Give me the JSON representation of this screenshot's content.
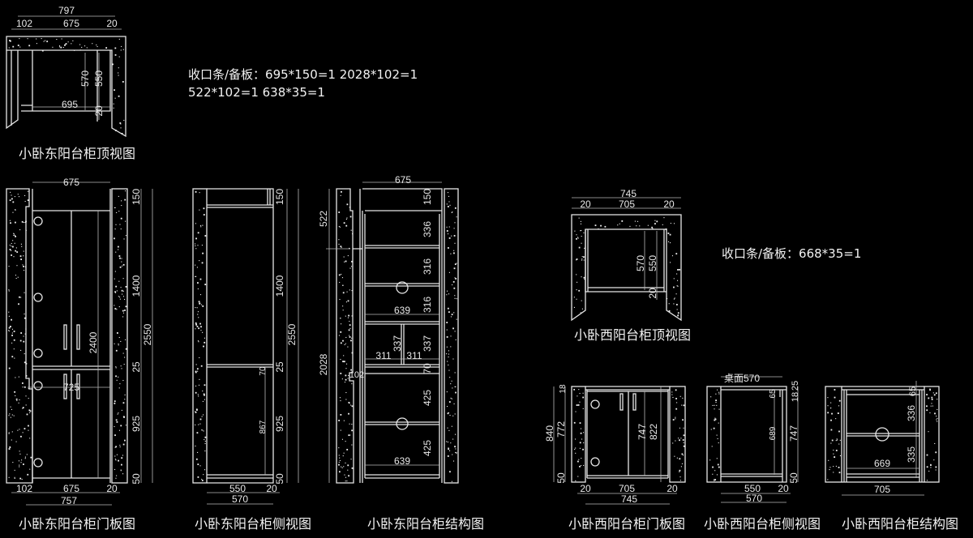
{
  "notes": {
    "east_line1": "收口条/备板：695*150=1 2028*102=1",
    "east_line2": "522*102=1 638*35=1",
    "west_line1": "收口条/备板：668*35=1"
  },
  "captions": {
    "east_top": "小卧东阳台柜顶视图",
    "east_door": "小卧东阳台柜门板图",
    "east_side": "小卧东阳台柜侧视图",
    "east_struct": "小卧东阳台柜结构图",
    "west_top": "小卧西阳台柜顶视图",
    "west_door": "小卧西阳台柜门板图",
    "west_side": "小卧西阳台柜侧视图",
    "west_struct": "小卧西阳台柜结构图"
  },
  "east_top": {
    "overall": "797",
    "left": "102",
    "mid": "675",
    "right": "20",
    "depth_outer": "570",
    "depth_inner": "550",
    "inner_width": "695",
    "gap": "20"
  },
  "east_door": {
    "width": "675",
    "top": "150",
    "upper": "1400",
    "total": "2550",
    "door_height": "2400",
    "gap": "25",
    "handle_span": "725",
    "lower": "925",
    "plinth": "50",
    "b_left": "102",
    "b_mid": "675",
    "b_right": "20",
    "b_total": "757"
  },
  "east_side": {
    "top": "150",
    "upper": "1400",
    "total": "2550",
    "gap": "25",
    "small": "70",
    "inner": "867",
    "lower": "925",
    "plinth": "50",
    "depth": "550",
    "back": "20",
    "total_depth": "570"
  },
  "east_struct": {
    "width": "675",
    "left_upper": "522",
    "left_total": "2028",
    "left_panel": "102",
    "s1": "150",
    "s2": "336",
    "s3": "316",
    "s4": "316",
    "w1": "639",
    "s5a": "337",
    "s5b": "337",
    "w2a": "311",
    "w2b": "311",
    "s6": "70",
    "s7": "425",
    "s8": "425",
    "w3": "639"
  },
  "west_top": {
    "overall": "745",
    "left": "20",
    "mid": "705",
    "right": "20",
    "depth_outer": "570",
    "depth_inner": "550",
    "gap": "20"
  },
  "west_door": {
    "top": "18",
    "total": "840",
    "body": "772",
    "plinth": "50",
    "door_h": "747",
    "inner_h": "822",
    "b_left": "20",
    "b_mid": "705",
    "b_right": "20",
    "b_total": "745"
  },
  "west_side": {
    "counter": "桌面570",
    "top_gap": "65",
    "t1": "25",
    "t2": "18",
    "inner": "689",
    "height": "747",
    "plinth": "50",
    "depth": "550",
    "back": "20",
    "total_depth": "570"
  },
  "west_struct": {
    "top": "65",
    "upper": "336",
    "lower": "335",
    "shelf_w": "669",
    "width": "705"
  }
}
